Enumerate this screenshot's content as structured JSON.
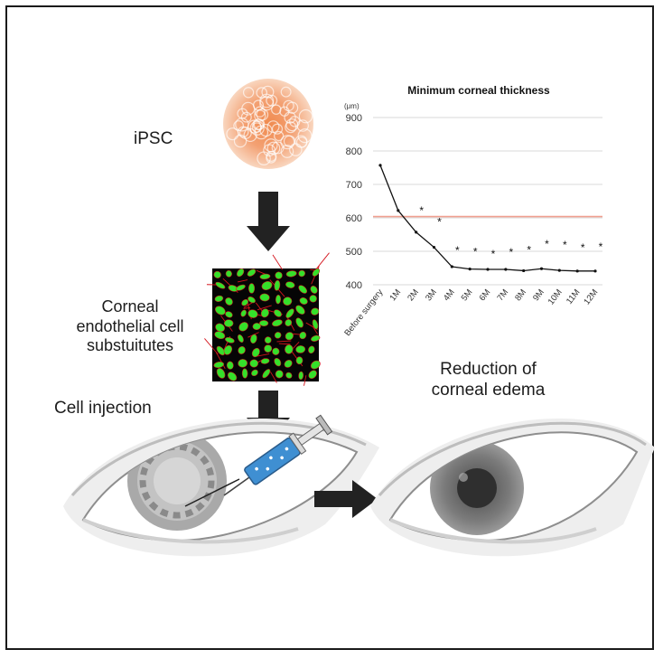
{
  "labels": {
    "ipsc": "iPSC",
    "cec_line1": "Corneal",
    "cec_line2": "endothelial cell",
    "cec_line3": "substuitutes",
    "injection": "Cell injection",
    "reduction_line1": "Reduction of",
    "reduction_line2": "corneal edema"
  },
  "icons": {
    "arrow1": "down-arrow-icon",
    "arrow2": "down-arrow-icon",
    "arrow3": "right-arrow-icon",
    "syringe": "syringe-icon"
  },
  "colors": {
    "cells": "#f3a173",
    "cell_green": "#35e02a",
    "cell_border": "#d4141c",
    "reference_line": "#f0a090",
    "syringe_blue": "#3f8fd2"
  },
  "chart_data": {
    "type": "line",
    "title": "Minimum corneal thickness",
    "ylabel": "(μm)",
    "xlabel": "",
    "categories": [
      "Before surgery",
      "1M",
      "2M",
      "3M",
      "4M",
      "5M",
      "6M",
      "7M",
      "8M",
      "9M",
      "10M",
      "11M",
      "12M"
    ],
    "series": [
      {
        "values": [
          757,
          622,
          557,
          512,
          454,
          447,
          446,
          446,
          442,
          448,
          443,
          441,
          441
        ]
      }
    ],
    "reference_line": 604,
    "significance": [
      "",
      "",
      "*",
      "*",
      "*",
      "*",
      "*",
      "*",
      "*",
      "*",
      "*",
      "*",
      "*"
    ],
    "ylim": [
      400,
      900
    ],
    "yticks": [
      400,
      500,
      600,
      700,
      800,
      900
    ],
    "grid": true
  }
}
